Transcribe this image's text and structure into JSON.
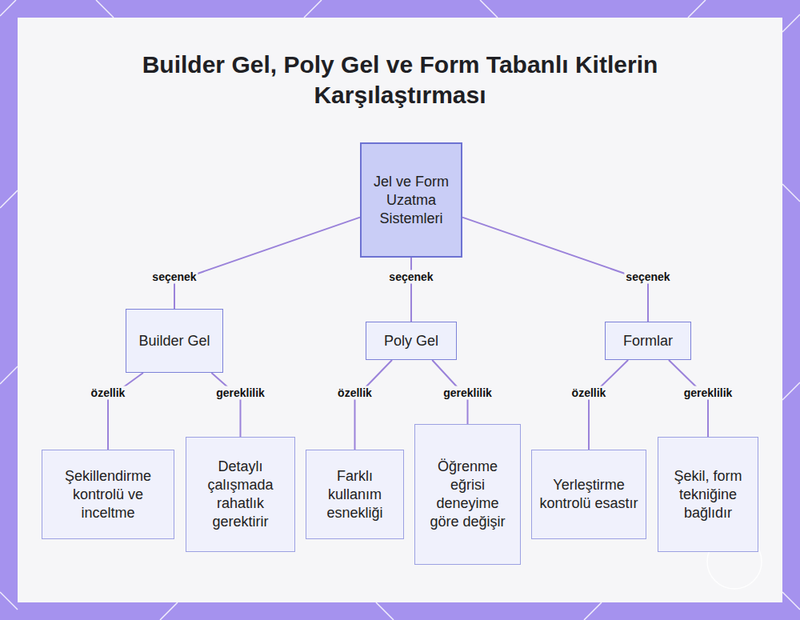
{
  "diagram": {
    "title": "Builder Gel, Poly Gel ve Form Tabanlı Kitlerin Karşılaştırması",
    "nodes": [
      {
        "text": [
          "Jel ve Form Uzatma Sistemleri"
        ]
      },
      {
        "text": [
          "Builder Gel"
        ]
      },
      {
        "text": [
          "Poly Gel"
        ]
      },
      {
        "text": [
          "Formlar"
        ]
      },
      {
        "text": [
          "Şekillendirme kontrolü ve inceltme"
        ]
      },
      {
        "text": [
          "Detaylı çalışmada rahatlık gerektirir"
        ]
      },
      {
        "text": [
          "Farklı kullanım esnekliği"
        ]
      },
      {
        "text": [
          "Öğrenme eğrisi deneyime göre değişir"
        ]
      },
      {
        "text": [
          "Yerleştirme kontrolü esastır"
        ]
      },
      {
        "text": [
          "Şekil, form tekniğine bağlıdır"
        ]
      }
    ],
    "edges": [
      {
        "from": 0,
        "to": 1,
        "label": "seçenek",
        "arrow": "none"
      },
      {
        "from": 0,
        "to": 2,
        "label": "seçenek",
        "arrow": "none"
      },
      {
        "from": 0,
        "to": 3,
        "label": "seçenek",
        "arrow": "none"
      },
      {
        "from": 1,
        "to": 4,
        "label": "özellik",
        "arrow": "none"
      },
      {
        "from": 1,
        "to": 5,
        "label": "gereklilik",
        "arrow": "none"
      },
      {
        "from": 2,
        "to": 6,
        "label": "özellik",
        "arrow": "none"
      },
      {
        "from": 2,
        "to": 7,
        "label": "gereklilik",
        "arrow": "none"
      },
      {
        "from": 3,
        "to": 8,
        "label": "özellik",
        "arrow": "none"
      },
      {
        "from": 3,
        "to": 9,
        "label": "gereklilik",
        "arrow": "none"
      }
    ]
  }
}
